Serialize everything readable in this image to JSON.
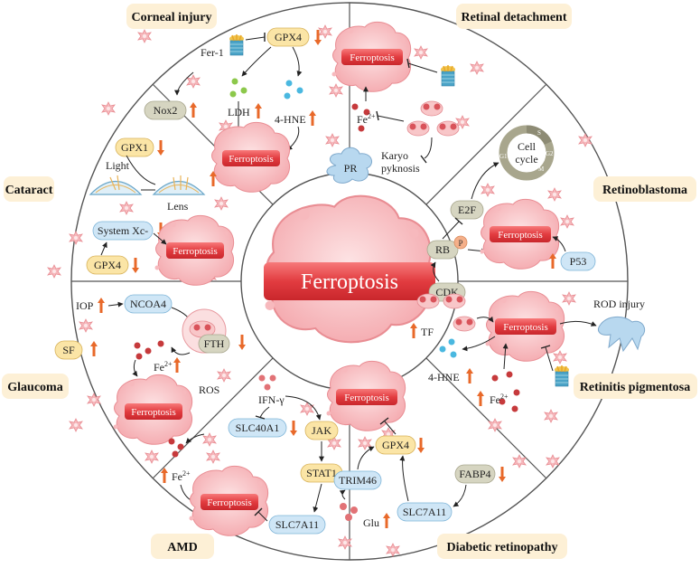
{
  "center": {
    "label": "Ferroptosis"
  },
  "diseases": {
    "corneal_injury": "Corneal injury",
    "retinal_detachment": "Retinal detachment",
    "cataract": "Cataract",
    "retinoblastoma": "Retinoblastoma",
    "glaucoma": "Glaucoma",
    "retinitis_pigmentosa": "Retinitis pigmentosa",
    "amd": "AMD",
    "diabetic_retinopathy": "Diabetic retinopathy"
  },
  "cell_label": "Ferroptosis",
  "corneal": {
    "fer1": "Fer-1",
    "gpx4": "GPX4",
    "nox2": "Nox2",
    "ldh": "LDH",
    "hne": "4-HNE"
  },
  "retinal": {
    "fe": "Fe",
    "fe_sup": "2+",
    "pr": "PR",
    "karyo1": "Karyo",
    "karyo2": "pyknosis"
  },
  "cataract": {
    "gpx1": "GPX1",
    "light": "Light",
    "lens": "Lens",
    "systemxc": "System Xc-",
    "gpx4": "GPX4"
  },
  "retinoblastoma": {
    "cell1": "Cell",
    "cell2": "cycle",
    "g1": "G1",
    "s": "S",
    "g2": "G2",
    "m": "M",
    "e2f": "E2F",
    "rb": "RB",
    "p": "P",
    "cdk": "CDK",
    "p53": "P53"
  },
  "glaucoma": {
    "iop": "IOP",
    "ncoa4": "NCOA4",
    "sf": "SF",
    "fth": "FTH",
    "fe": "Fe",
    "fe_sup": "2+",
    "ros": "ROS"
  },
  "retinitis": {
    "tf": "TF",
    "rod": "ROD injury",
    "hne": "4-HNE",
    "fe": "Fe",
    "fe_sup": "2+"
  },
  "amd": {
    "ifn": "IFN-γ",
    "slc40a1": "SLC40A1",
    "jak": "JAK",
    "stat1": "STAT1",
    "slc7a11": "SLC7A11",
    "fe": "Fe",
    "fe_sup": "2+"
  },
  "diabetic": {
    "gpx4": "GPX4",
    "trim46": "TRIM46",
    "fabp4": "FABP4",
    "slc7a11": "SLC7A11",
    "glu": "Glu"
  },
  "colors": {
    "cell_fill": "#f9cdd0",
    "band_red": "#e8474a",
    "up_arrow": "#e8692a",
    "label_bg": "#fdf0d6",
    "yellow_pill": "#fbe5a6",
    "blue_pill": "#cfe6f6",
    "grey_pill": "#d6d5c1"
  }
}
